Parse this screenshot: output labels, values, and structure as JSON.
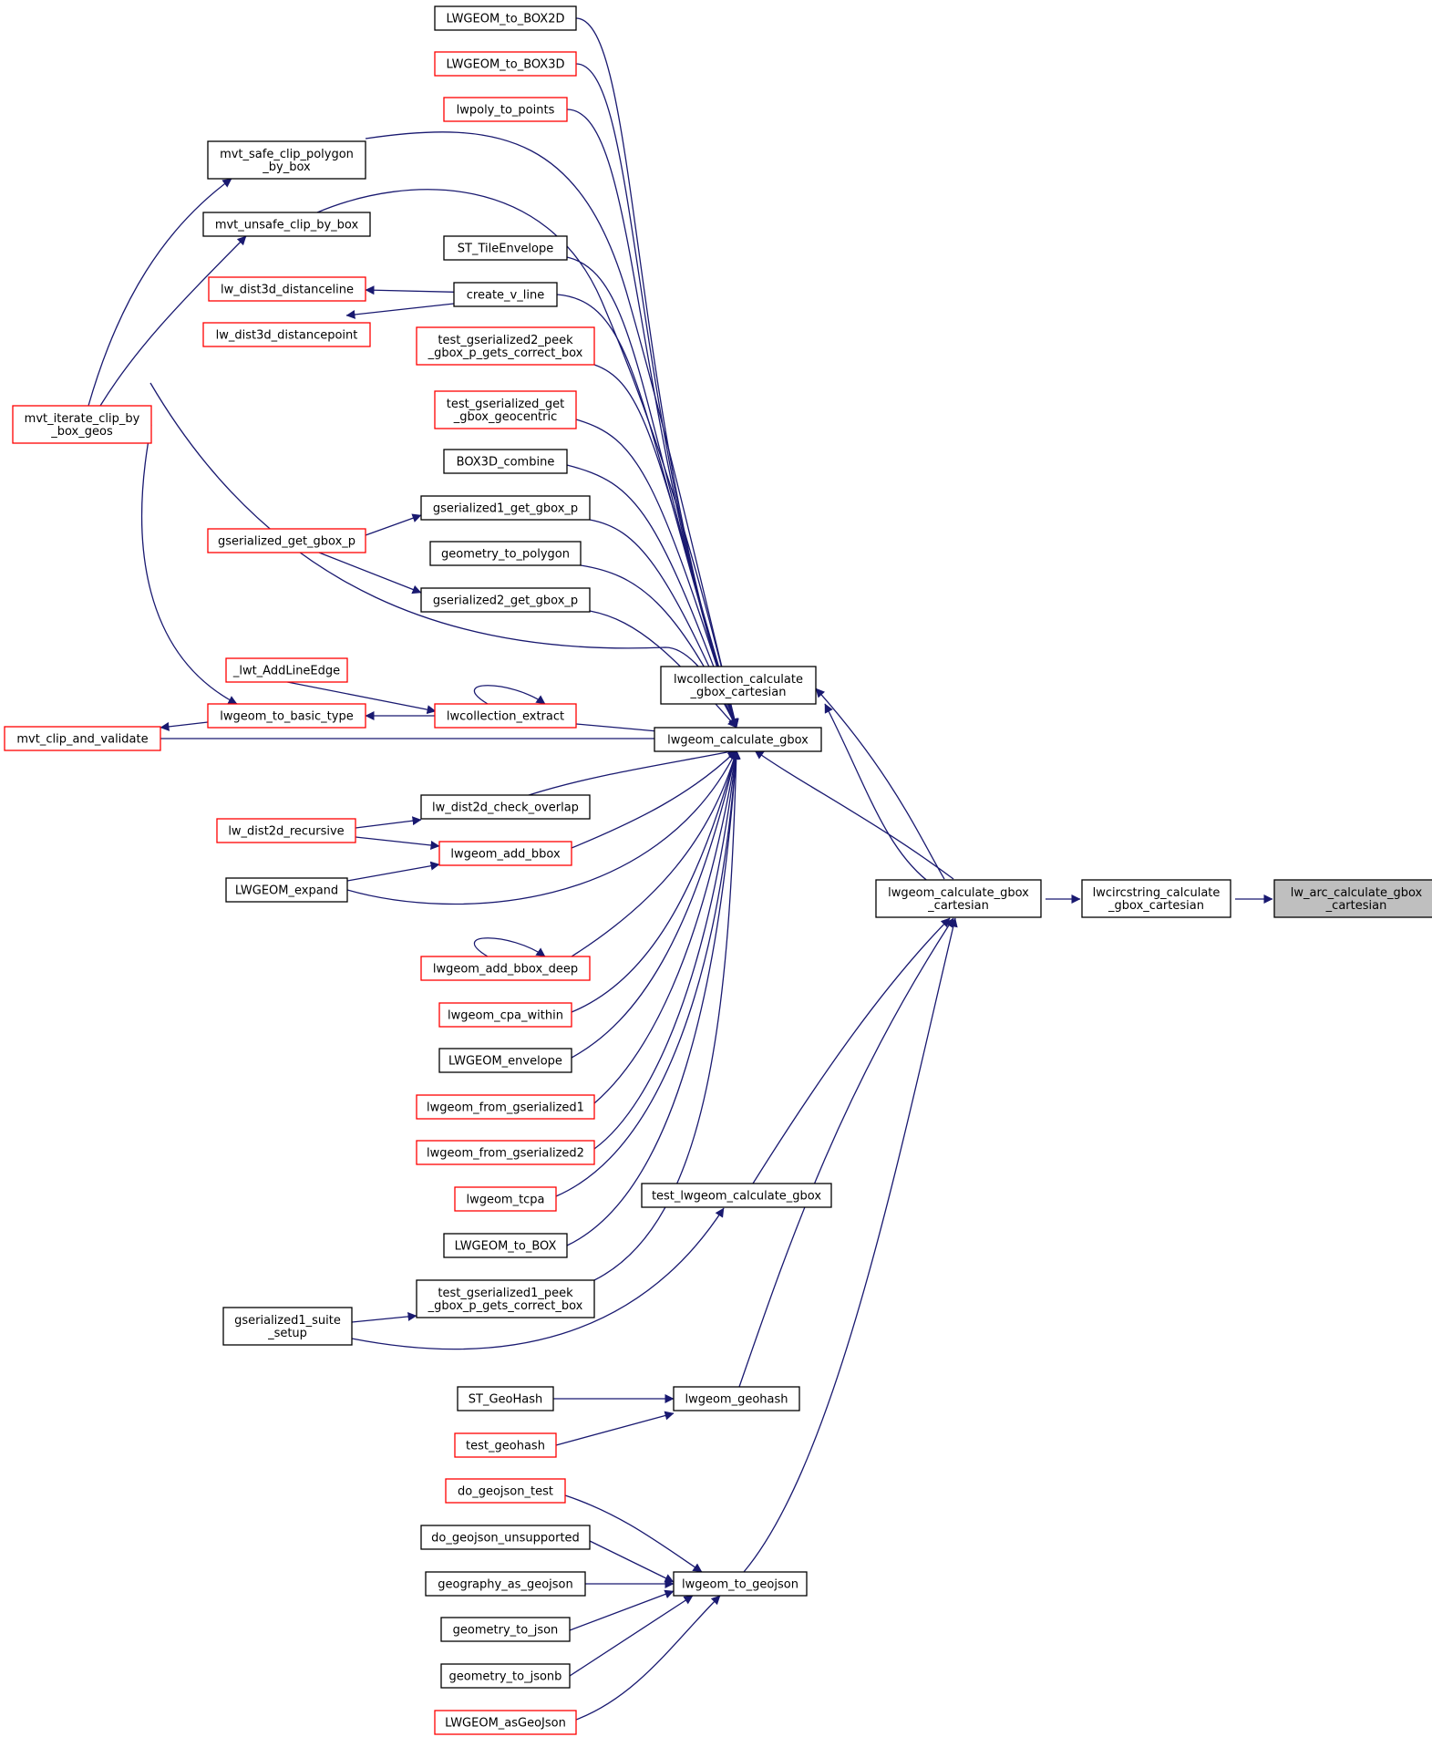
{
  "nodes": [
    {
      "id": "lw_arc",
      "lines": [
        "lw_arc_calculate_gbox",
        "_cartesian"
      ],
      "style": "focus"
    },
    {
      "id": "lwcircstring",
      "lines": [
        "lwcircstring_calculate",
        "_gbox_cartesian"
      ],
      "style": "normal"
    },
    {
      "id": "lwgeom_cgc",
      "lines": [
        "lwgeom_calculate_gbox",
        "_cartesian"
      ],
      "style": "normal"
    },
    {
      "id": "lwcollection_cgc",
      "lines": [
        "lwcollection_calculate",
        "_gbox_cartesian"
      ],
      "style": "normal"
    },
    {
      "id": "lwgeom_cg",
      "lines": [
        "lwgeom_calculate_gbox"
      ],
      "style": "normal"
    },
    {
      "id": "test_lcg",
      "lines": [
        "test_lwgeom_calculate_gbox"
      ],
      "style": "normal"
    },
    {
      "id": "lwgeom_geohash",
      "lines": [
        "lwgeom_geohash"
      ],
      "style": "normal"
    },
    {
      "id": "lwgeom_to_geojson",
      "lines": [
        "lwgeom_to_geojson"
      ],
      "style": "normal"
    },
    {
      "id": "to_box2d",
      "lines": [
        "LWGEOM_to_BOX2D"
      ],
      "style": "normal"
    },
    {
      "id": "to_box3d",
      "lines": [
        "LWGEOM_to_BOX3D"
      ],
      "style": "red"
    },
    {
      "id": "lwpoly",
      "lines": [
        "lwpoly_to_points"
      ],
      "style": "red"
    },
    {
      "id": "mvt_safe",
      "lines": [
        "mvt_safe_clip_polygon",
        "_by_box"
      ],
      "style": "normal"
    },
    {
      "id": "mvt_unsafe",
      "lines": [
        "mvt_unsafe_clip_by_box"
      ],
      "style": "normal"
    },
    {
      "id": "st_tile",
      "lines": [
        "ST_TileEnvelope"
      ],
      "style": "normal"
    },
    {
      "id": "create_v",
      "lines": [
        "create_v_line"
      ],
      "style": "normal"
    },
    {
      "id": "dist3d_line",
      "lines": [
        "lw_dist3d_distanceline"
      ],
      "style": "red"
    },
    {
      "id": "dist3d_point",
      "lines": [
        "lw_dist3d_distancepoint"
      ],
      "style": "red"
    },
    {
      "id": "tg2peek",
      "lines": [
        "test_gserialized2_peek",
        "_gbox_p_gets_correct_box"
      ],
      "style": "red"
    },
    {
      "id": "tgget",
      "lines": [
        "test_gserialized_get",
        "_gbox_geocentric"
      ],
      "style": "red"
    },
    {
      "id": "box3d_comb",
      "lines": [
        "BOX3D_combine"
      ],
      "style": "normal"
    },
    {
      "id": "g1get",
      "lines": [
        "gserialized1_get_gbox_p"
      ],
      "style": "normal"
    },
    {
      "id": "gget",
      "lines": [
        "gserialized_get_gbox_p"
      ],
      "style": "red"
    },
    {
      "id": "geom_to_poly",
      "lines": [
        "geometry_to_polygon"
      ],
      "style": "normal"
    },
    {
      "id": "g2get",
      "lines": [
        "gserialized2_get_gbox_p"
      ],
      "style": "normal"
    },
    {
      "id": "mvt_iter",
      "lines": [
        "mvt_iterate_clip_by",
        "_box_geos"
      ],
      "style": "red"
    },
    {
      "id": "lwt_add",
      "lines": [
        "_lwt_AddLineEdge"
      ],
      "style": "red"
    },
    {
      "id": "to_basic",
      "lines": [
        "lwgeom_to_basic_type"
      ],
      "style": "red"
    },
    {
      "id": "lwcoll_extract",
      "lines": [
        "lwcollection_extract"
      ],
      "style": "red"
    },
    {
      "id": "mvt_clip",
      "lines": [
        "mvt_clip_and_validate"
      ],
      "style": "red"
    },
    {
      "id": "dist2d_overlap",
      "lines": [
        "lw_dist2d_check_overlap"
      ],
      "style": "normal"
    },
    {
      "id": "dist2d_rec",
      "lines": [
        "lw_dist2d_recursive"
      ],
      "style": "red"
    },
    {
      "id": "add_bbox",
      "lines": [
        "lwgeom_add_bbox"
      ],
      "style": "red"
    },
    {
      "id": "lwgeom_expand",
      "lines": [
        "LWGEOM_expand"
      ],
      "style": "normal"
    },
    {
      "id": "add_bbox_deep",
      "lines": [
        "lwgeom_add_bbox_deep"
      ],
      "style": "red"
    },
    {
      "id": "cpa",
      "lines": [
        "lwgeom_cpa_within"
      ],
      "style": "red"
    },
    {
      "id": "envelope",
      "lines": [
        "LWGEOM_envelope"
      ],
      "style": "normal"
    },
    {
      "id": "from_g1",
      "lines": [
        "lwgeom_from_gserialized1"
      ],
      "style": "red"
    },
    {
      "id": "from_g2",
      "lines": [
        "lwgeom_from_gserialized2"
      ],
      "style": "red"
    },
    {
      "id": "tcpa",
      "lines": [
        "lwgeom_tcpa"
      ],
      "style": "red"
    },
    {
      "id": "to_box",
      "lines": [
        "LWGEOM_to_BOX"
      ],
      "style": "normal"
    },
    {
      "id": "tg1peek",
      "lines": [
        "test_gserialized1_peek",
        "_gbox_p_gets_correct_box"
      ],
      "style": "normal"
    },
    {
      "id": "g1suite",
      "lines": [
        "gserialized1_suite",
        "_setup"
      ],
      "style": "normal"
    },
    {
      "id": "st_geohash",
      "lines": [
        "ST_GeoHash"
      ],
      "style": "normal"
    },
    {
      "id": "test_geohash",
      "lines": [
        "test_geohash"
      ],
      "style": "red"
    },
    {
      "id": "do_gj_test",
      "lines": [
        "do_geojson_test"
      ],
      "style": "red"
    },
    {
      "id": "do_gj_unsup",
      "lines": [
        "do_geojson_unsupported"
      ],
      "style": "normal"
    },
    {
      "id": "geog_gj",
      "lines": [
        "geography_as_geojson"
      ],
      "style": "normal"
    },
    {
      "id": "geom_json",
      "lines": [
        "geometry_to_json"
      ],
      "style": "normal"
    },
    {
      "id": "geom_jsonb",
      "lines": [
        "geometry_to_jsonb"
      ],
      "style": "normal"
    },
    {
      "id": "asgeojson",
      "lines": [
        "LWGEOM_asGeoJson"
      ],
      "style": "red"
    }
  ],
  "colors": {
    "edge": "#191970",
    "normal_border": "#000000",
    "red_border": "#ff0000",
    "focus_fill": "#bfbfbf",
    "node_fill": "#ffffff"
  }
}
